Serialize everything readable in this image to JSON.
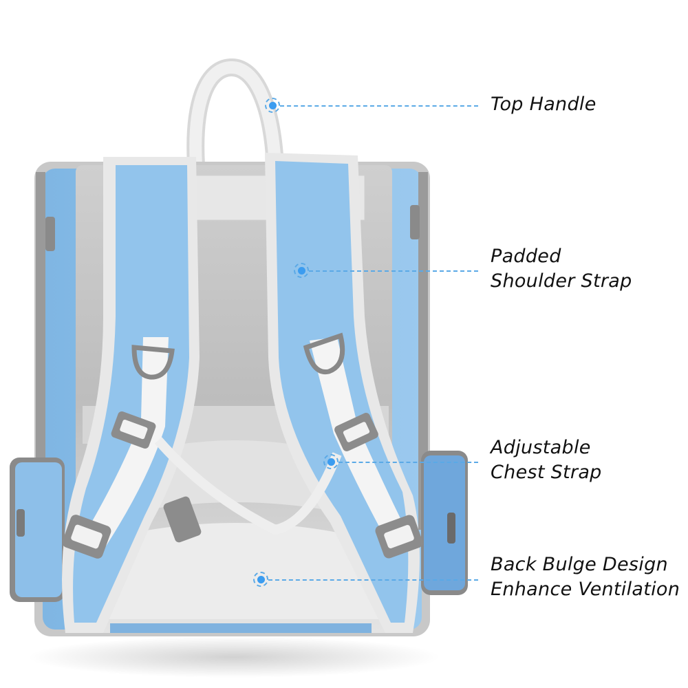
{
  "image": {
    "subject": "Pet carrier backpack (back view)",
    "colors": {
      "body_blue": "#8ec1ea",
      "trim_gray": "#c9c9c9",
      "panel_gray": "#d9d9d9",
      "strap_white": "#f2f2f2",
      "hardware_gray": "#8a8a8a",
      "callout_blue": "#5aa9e6",
      "callout_dot": "#3b9cf0",
      "label_text": "#111111"
    }
  },
  "callouts": [
    {
      "id": "top-handle",
      "lines": [
        "Top Handle"
      ]
    },
    {
      "id": "padded-shoulder-strap",
      "lines": [
        "Padded",
        "Shoulder Strap"
      ]
    },
    {
      "id": "adjustable-chest-strap",
      "lines": [
        "Adjustable",
        "Chest Strap"
      ]
    },
    {
      "id": "back-bulge",
      "lines": [
        "Back Bulge Design",
        "Enhance Ventilation"
      ]
    }
  ]
}
